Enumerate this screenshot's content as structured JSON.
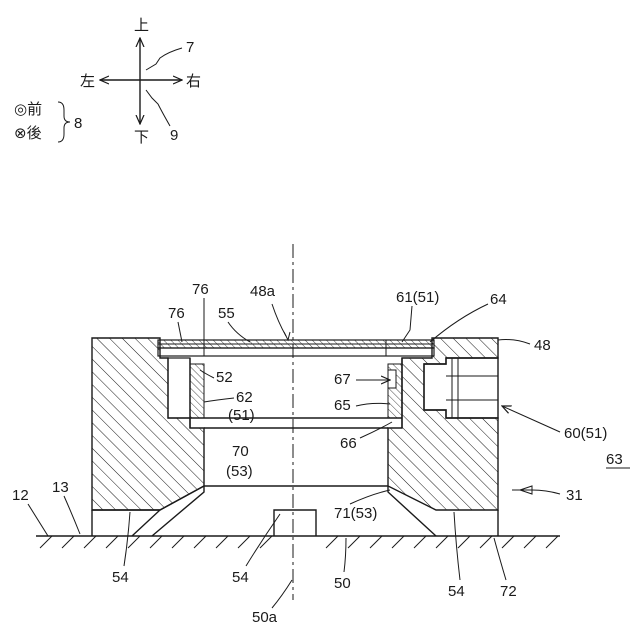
{
  "direction_legend": {
    "up": "上",
    "down": "下",
    "left": "左",
    "right": "右",
    "front": "◎前",
    "back": "⊗後",
    "ref_7": "7",
    "ref_8": "8",
    "ref_9": "9"
  },
  "labels": {
    "l76_top": "76",
    "l76_left": "76",
    "l55": "55",
    "l48a": "48a",
    "l61": "61(51)",
    "l64": "64",
    "l48": "48",
    "l52": "52",
    "l62": "62",
    "l62_sub": "(51)",
    "l67": "67",
    "l65": "65",
    "l66": "66",
    "l70": "70",
    "l70_sub": "(53)",
    "l60": "60(51)",
    "l63": "63",
    "l12": "12",
    "l13": "13",
    "l31": "31",
    "l71": "71(53)",
    "l54_left": "54",
    "l54_mid": "54",
    "l54_right": "54",
    "l50": "50",
    "l72": "72",
    "l50a": "50a"
  }
}
